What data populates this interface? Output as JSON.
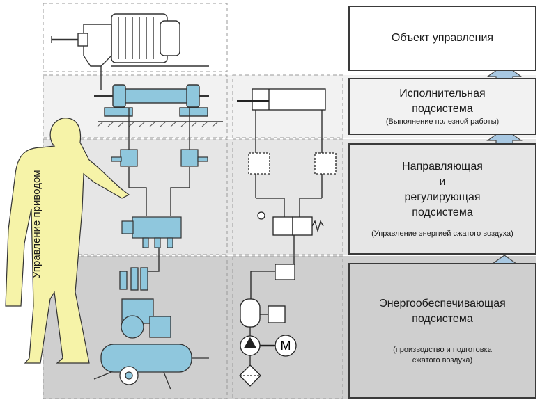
{
  "human_label": "Управление приводом",
  "layers": {
    "object": {
      "title": "Объект управления"
    },
    "actuator": {
      "title_line1": "Исполнительная",
      "title_line2": "подсистема",
      "note": "(Выполнение полезной работы)"
    },
    "control": {
      "title_line1": "Направляющая",
      "title_line2": "и",
      "title_line3": "регулирующая",
      "title_line4": "подсистема",
      "note": "(Управление энергией сжатого воздуха)"
    },
    "supply": {
      "title_line1": "Энергообеспечивающая",
      "title_line2": "подсистема",
      "note_line1": "(производство и подготовка",
      "note_line2": "сжатого воздуха)"
    }
  },
  "symbols": {
    "motor": "M"
  },
  "colors": {
    "band_top": "#f2f2f2",
    "band_mid": "#e6e6e6",
    "band_low": "#cfcfcf",
    "equipment": "#8fc7dd",
    "human": "#f6f3a8",
    "arrow": "#a8c8e2"
  }
}
